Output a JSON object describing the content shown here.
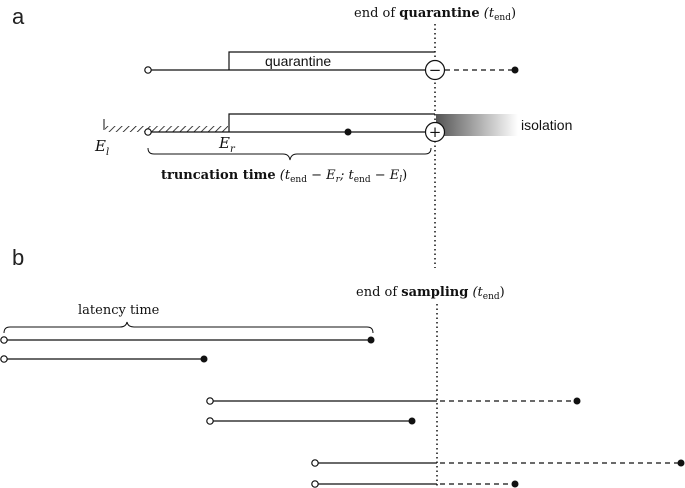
{
  "panel_a": {
    "letter": "a",
    "end_prefix": "end of ",
    "end_bold": "quarantine",
    "end_suffix": " (t",
    "end_sub": "end",
    "end_close": ")",
    "quarantine_label": "quarantine",
    "isolation_label": "isolation",
    "minus_symbol": "−",
    "plus_symbol": "+",
    "el_main": "E",
    "el_sub": "l",
    "er_main": "E",
    "er_sub": "r",
    "trunc_bold": "truncation time",
    "trunc_p1": " (t",
    "trunc_sub1": "end",
    "trunc_p2": " − E",
    "trunc_sub2": "r",
    "trunc_p3": "; t",
    "trunc_sub3": "end",
    "trunc_p4": " − E",
    "trunc_sub4": "l",
    "trunc_p5": ")"
  },
  "panel_b": {
    "letter": "b",
    "end_prefix": "end of ",
    "end_bold": "sampling",
    "end_suffix": " (t",
    "end_sub": "end",
    "end_close": ")",
    "latency_label": "latency time"
  },
  "colors": {
    "ink": "#111111",
    "isolation_gradient_start": "#555555",
    "isolation_gradient_end": "#ffffff"
  }
}
